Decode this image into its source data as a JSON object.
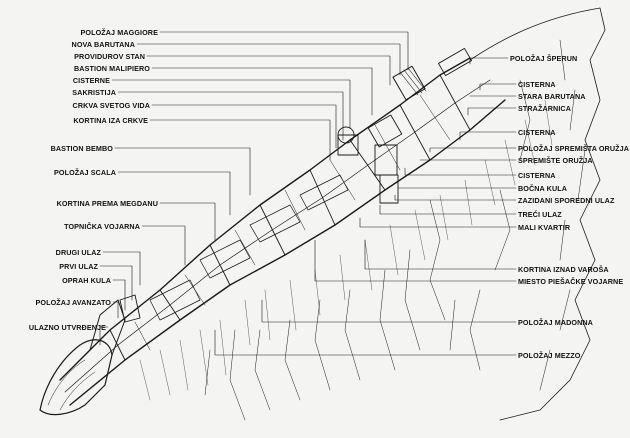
{
  "labels_left": [
    "POLOŽAJ MAGGIORE",
    "NOVA BARUTANA",
    "PROVIDUROV STAN",
    "BASTION MALIPIERO",
    "CISTERNE",
    "SAKRISTIJA",
    "CRKVA SVETOG VIDA",
    "KORTINA IZA CRKVE",
    "BASTION BEMBO",
    "POLOŽAJ SCALA",
    "KORTINA PREMA MEGDANU",
    "TOPNIČKA VOJARNA",
    "DRUGI ULAZ",
    "PRVI ULAZ",
    "OPRAH KULA",
    "POLOŽAJ AVANZATO",
    "ULAZNO UTVRĐENJE"
  ],
  "labels_right": [
    "POLOŽAJ ŠPERUN",
    "CISTERNA",
    "STARA BARUTANA",
    "STRAŽARNICA",
    "CISTERNA",
    "POLOŽAJ SPREMIŠTA ORUŽJA",
    "SPREMIŠTE ORUŽJA",
    "CISTERNA",
    "BOČNA KULA",
    "ZAZIDANI SPOREDNI ULAZ",
    "TREĆI ULAZ",
    "MALI KVARTIR",
    "KORTINA IZNAD VAROŠA",
    "MIESTO PIEŠAČKE VOJARNE",
    "POLOŽAJ MADONNA",
    "POLOŽAJ MEZZO"
  ],
  "colors": {
    "ink": "#1a1a1a",
    "paper": "#f4f4f2"
  }
}
